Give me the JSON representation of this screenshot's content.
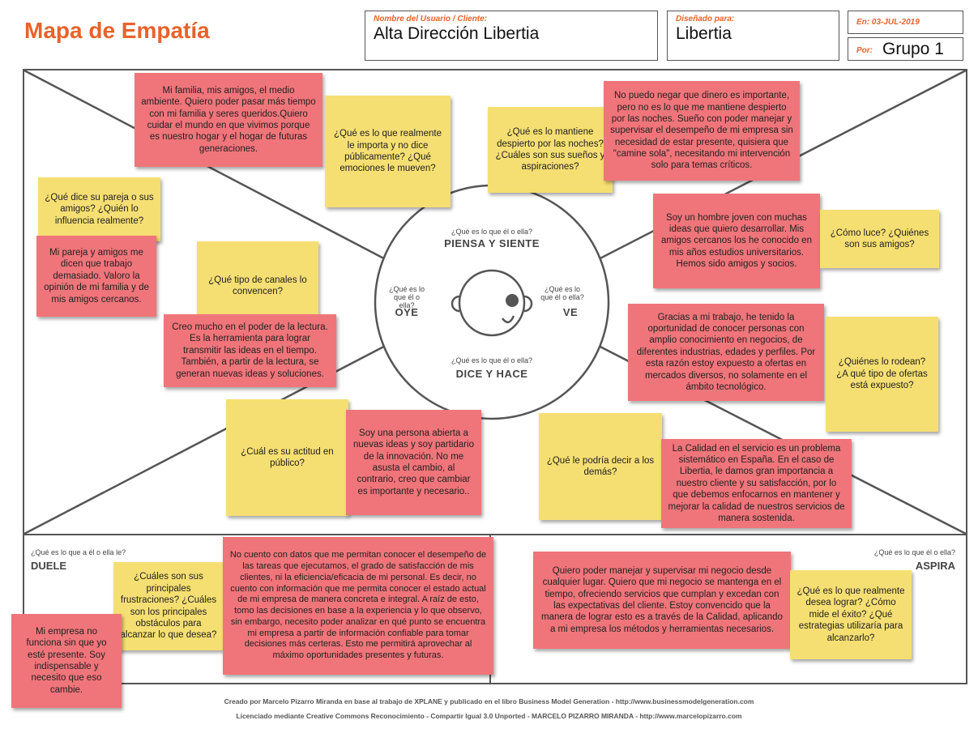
{
  "header": {
    "title": "Mapa de Empatía",
    "user_label": "Nombre del Usuario / Cliente:",
    "user_value": "Alta Dirección Libertia",
    "design_label": "Diseñado para:",
    "design_value": "Libertia",
    "date_label": "En: 03-JUL-2019",
    "by_label": "Por:",
    "by_value": "Grupo 1"
  },
  "center": {
    "piensa_q": "¿Qué es lo que él o ella?",
    "piensa_t": "PIENSA Y SIENTE",
    "oye_q": "¿Qué es lo que él o ella?",
    "oye_t": "OYE",
    "ve_q": "¿Qué es lo que él o ella?",
    "ve_t": "VE",
    "dice_q": "¿Qué es lo que él o ella?",
    "dice_t": "DICE Y HACE"
  },
  "bottom": {
    "duele_q": "¿Qué es lo que a él o ella le?",
    "duele_t": "DUELE",
    "aspira_q": "¿Qué es lo que él o ella?",
    "aspira_t": "ASPIRA"
  },
  "notes": {
    "familia": "Mi familia, mis amigos, el medio ambiente. Quiero poder pasar más tiempo con mi familia y seres queridos.Quiero cuidar el mundo en que vivimos porque es nuestro hogar y el hogar de futuras generaciones.",
    "importa_q": "¿Qué es lo que realmente le importa y no dice públicamente? ¿Qué emociones le mueven?",
    "mantiene_q": "¿Qué es lo mantiene despierto por las noches? ¿Cuáles son sus sueños y aspiraciones?",
    "dinero": "No puedo negar que  dinero es importante, pero no es lo que me mantiene despierto por las noches. Sueño con poder manejar y supervisar el desempeño de mi empresa sin necesidad de estar presente, quisiera que \"camine sola\", necesitando mi intervención solo para temas críticos.",
    "pareja_q": "¿Qué dice su pareja o sus amigos? ¿Quién lo influencia realmente?",
    "pareja": "Mi pareja y amigos me dicen que trabajo demasiado. Valoro la opinión de mi familia y de mis amigos cercanos.",
    "canales_q": "¿Qué tipo de canales lo convencen?",
    "lectura": "Creo mucho en el poder de la lectura. Es la herramienta para lograr transmitir las ideas en el tiempo. También, a partir de la lectura, se generan nuevas ideas y soluciones.",
    "joven": "Soy un hombre joven con muchas ideas que quiero desarrollar.  Mis amigos cercanos los he conocido en mis años estudios universitarios. Hemos sido amigos y socios.",
    "luce_q": "¿Cómo luce? ¿Quiénes son sus amigos?",
    "trabajo": "Gracias a mi trabajo, he tenido la oportunidad de conocer personas con amplio conocimiento en negocios, de diferentes industrias, edades y perfiles. Por esta razón estoy expuesto a ofertas en mercados diversos, no solamente en el ámbito tecnológico.",
    "rodean_q": "¿Quiénes lo rodean? ¿A qué tipo de ofertas está expuesto?",
    "actitud_q": "¿Cuál es su actitud en público?",
    "abierta": "Soy una persona abierta a nuevas ideas y soy partidario de la innovación. No me asusta el cambio, al contrario, creo que cambiar es importante y necesario..",
    "podria_q": "¿Qué le podría decir a los demás?",
    "calidad": "La Calidad en el servicio es un problema sistemático en España. En el caso de Libertia, le damos gran importancia a nuestro cliente y su satisfacción, por lo que debemos enfocarnos en mantener y mejorar la calidad de nuestros servicios de manera sostenida.",
    "frustraciones_q": "¿Cuáles son sus principales frustraciones? ¿Cuáles son los principales obstáculos para alcanzar lo que desea?",
    "datos": "No cuento con datos que me permitan conocer el desempeño de las tareas que ejecutamos, el grado de satisfacción de mis clientes, ni la eficiencia/eficacia de mi personal. Es decir, no cuento con información que me permita conocer el estado actual de mi empresa de manera concreta e integral. A raíz de esto, tomo las decisiones en base a la experiencia y lo que observo, sin embargo, necesito poder analizar en qué punto se encuentra mi empresa a partir de información confiable para tomar decisiones más certeras. Esto me permitirá aprovechar al máximo oportunidades presentes y futuras.",
    "funciona": "Mi empresa no funciona sin que yo esté presente. Soy indispensable y necesito que eso cambie.",
    "manejar": "Quiero poder manejar y supervisar mi negocio desde cualquier lugar. Quiero que mi negocio se mantenga en el tiempo, ofreciendo servicios que cumplan y excedan con las expectativas del cliente. Estoy convencido que la manera de lograr esto es a través de la Calidad, aplicando a mi empresa los métodos y herramientas necesarios.",
    "exito_q": "¿Qué es lo que realmente desea lograr? ¿Cómo mide el éxito? ¿Qué estrategias utilizaría para alcanzarlo?"
  },
  "footer": {
    "line1": "Creado por Marcelo Pizarro Miranda en base al trabajo de XPLANE y publicado en el libro Business Model Generation - http://www.businessmodelgeneration.com",
    "line2": "Licenciado mediante Creative Commons Reconocimiento - Compartir Igual 3.0 Unported - MARCELO PIZARRO MIRANDA - http://www.marcelopizarro.com"
  },
  "colors": {
    "accent": "#e8622a",
    "red_note": "#f0757a",
    "yellow_note": "#f6df72",
    "frame": "#555555"
  }
}
